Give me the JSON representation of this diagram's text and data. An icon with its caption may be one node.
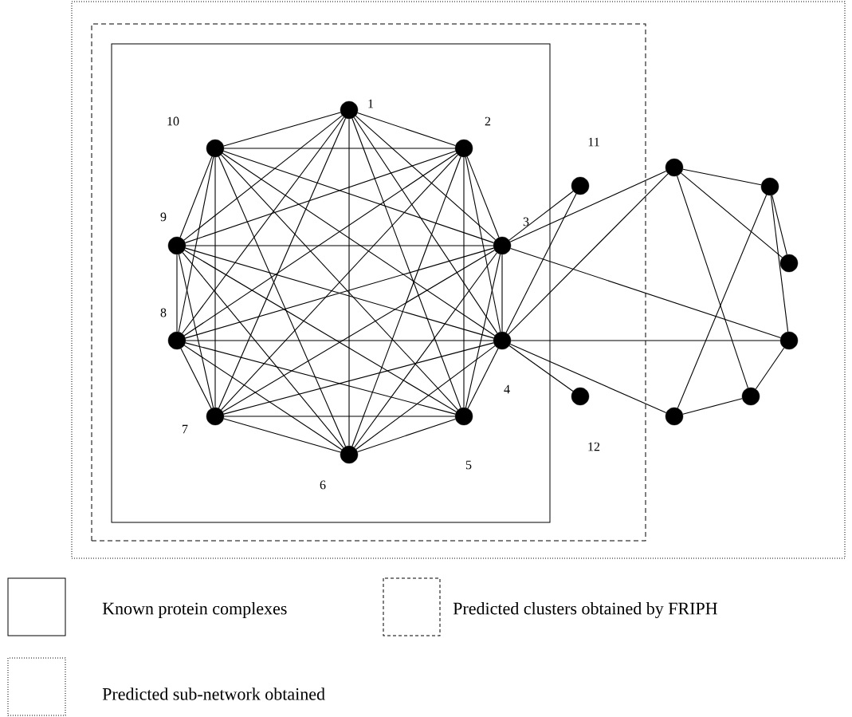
{
  "diagram": {
    "nodes": [
      {
        "text": [],
        "shape": "box"
      },
      {
        "text": [],
        "shape": "box",
        "in": 0
      },
      {
        "text": [],
        "shape": "box",
        "in": 1
      },
      {
        "text": [],
        "shape": "circle",
        "in": 2,
        "beside": [
          "1"
        ]
      },
      {
        "text": [],
        "shape": "circle",
        "in": 2,
        "beside": [
          "2"
        ]
      },
      {
        "text": [],
        "shape": "circle",
        "in": 2,
        "beside": [
          "3"
        ]
      },
      {
        "text": [],
        "shape": "circle",
        "in": 2,
        "beside": [
          "4"
        ]
      },
      {
        "text": [],
        "shape": "circle",
        "in": 2,
        "beside": [
          "5"
        ]
      },
      {
        "text": [],
        "shape": "circle",
        "in": 2,
        "beside": [
          "6"
        ]
      },
      {
        "text": [],
        "shape": "circle",
        "in": 2,
        "beside": [
          "7"
        ]
      },
      {
        "text": [],
        "shape": "circle",
        "in": 2,
        "beside": [
          "8"
        ]
      },
      {
        "text": [],
        "shape": "circle",
        "in": 2,
        "beside": [
          "9"
        ]
      },
      {
        "text": [],
        "shape": "circle",
        "in": 2,
        "beside": [
          "10"
        ]
      },
      {
        "text": [],
        "shape": "circle",
        "in": 1,
        "beside": [
          "11"
        ]
      },
      {
        "text": [],
        "shape": "circle",
        "in": 1,
        "beside": [
          "12"
        ]
      },
      {
        "text": [],
        "shape": "circle",
        "in": 0
      },
      {
        "text": [],
        "shape": "circle",
        "in": 0
      },
      {
        "text": [],
        "shape": "circle",
        "in": 0
      },
      {
        "text": [],
        "shape": "circle",
        "in": 0
      },
      {
        "text": [],
        "shape": "circle",
        "in": 0
      },
      {
        "text": [],
        "shape": "circle",
        "in": 0
      }
    ],
    "edges": [
      {
        "from": 3,
        "to": 4,
        "arrow": "none"
      },
      {
        "from": 3,
        "to": 5,
        "arrow": "none"
      },
      {
        "from": 3,
        "to": 6,
        "arrow": "none"
      },
      {
        "from": 3,
        "to": 7,
        "arrow": "none"
      },
      {
        "from": 3,
        "to": 8,
        "arrow": "none"
      },
      {
        "from": 3,
        "to": 9,
        "arrow": "none"
      },
      {
        "from": 3,
        "to": 10,
        "arrow": "none"
      },
      {
        "from": 3,
        "to": 11,
        "arrow": "none"
      },
      {
        "from": 3,
        "to": 12,
        "arrow": "none"
      },
      {
        "from": 4,
        "to": 5,
        "arrow": "none"
      },
      {
        "from": 4,
        "to": 6,
        "arrow": "none"
      },
      {
        "from": 4,
        "to": 7,
        "arrow": "none"
      },
      {
        "from": 4,
        "to": 8,
        "arrow": "none"
      },
      {
        "from": 4,
        "to": 9,
        "arrow": "none"
      },
      {
        "from": 4,
        "to": 10,
        "arrow": "none"
      },
      {
        "from": 4,
        "to": 11,
        "arrow": "none"
      },
      {
        "from": 4,
        "to": 12,
        "arrow": "none"
      },
      {
        "from": 5,
        "to": 6,
        "arrow": "none"
      },
      {
        "from": 5,
        "to": 7,
        "arrow": "none"
      },
      {
        "from": 5,
        "to": 8,
        "arrow": "none"
      },
      {
        "from": 5,
        "to": 9,
        "arrow": "none"
      },
      {
        "from": 5,
        "to": 10,
        "arrow": "none"
      },
      {
        "from": 5,
        "to": 11,
        "arrow": "none"
      },
      {
        "from": 5,
        "to": 12,
        "arrow": "none"
      },
      {
        "from": 6,
        "to": 7,
        "arrow": "none"
      },
      {
        "from": 6,
        "to": 8,
        "arrow": "none"
      },
      {
        "from": 6,
        "to": 9,
        "arrow": "none"
      },
      {
        "from": 6,
        "to": 10,
        "arrow": "none"
      },
      {
        "from": 6,
        "to": 11,
        "arrow": "none"
      },
      {
        "from": 6,
        "to": 12,
        "arrow": "none"
      },
      {
        "from": 7,
        "to": 8,
        "arrow": "none"
      },
      {
        "from": 7,
        "to": 9,
        "arrow": "none"
      },
      {
        "from": 7,
        "to": 10,
        "arrow": "none"
      },
      {
        "from": 7,
        "to": 11,
        "arrow": "none"
      },
      {
        "from": 7,
        "to": 12,
        "arrow": "none"
      },
      {
        "from": 8,
        "to": 9,
        "arrow": "none"
      },
      {
        "from": 8,
        "to": 10,
        "arrow": "none"
      },
      {
        "from": 8,
        "to": 11,
        "arrow": "none"
      },
      {
        "from": 8,
        "to": 12,
        "arrow": "none"
      },
      {
        "from": 9,
        "to": 10,
        "arrow": "none"
      },
      {
        "from": 9,
        "to": 11,
        "arrow": "none"
      },
      {
        "from": 9,
        "to": 12,
        "arrow": "none"
      },
      {
        "from": 10,
        "to": 11,
        "arrow": "none"
      },
      {
        "from": 10,
        "to": 12,
        "arrow": "none"
      },
      {
        "from": 11,
        "to": 12,
        "arrow": "none"
      },
      {
        "from": 5,
        "to": 13,
        "arrow": "none"
      },
      {
        "from": 6,
        "to": 13,
        "arrow": "none"
      },
      {
        "from": 5,
        "to": 15,
        "arrow": "none"
      },
      {
        "from": 6,
        "to": 15,
        "arrow": "none"
      },
      {
        "from": 5,
        "to": 18,
        "arrow": "none"
      },
      {
        "from": 6,
        "to": 18,
        "arrow": "none"
      },
      {
        "from": 6,
        "to": 14,
        "arrow": "none"
      },
      {
        "from": 6,
        "to": 20,
        "arrow": "none"
      },
      {
        "from": 15,
        "to": 16,
        "arrow": "none"
      },
      {
        "from": 15,
        "to": 17,
        "arrow": "none"
      },
      {
        "from": 15,
        "to": 19,
        "arrow": "none"
      },
      {
        "from": 16,
        "to": 17,
        "arrow": "none"
      },
      {
        "from": 16,
        "to": 18,
        "arrow": "none"
      },
      {
        "from": 16,
        "to": 20,
        "arrow": "none"
      },
      {
        "from": 18,
        "to": 19,
        "arrow": "none"
      },
      {
        "from": 19,
        "to": 20,
        "arrow": "none"
      }
    ],
    "legend": [
      {
        "text": "Known protein complexes"
      },
      {
        "text": "Predicted clusters obtained by FRIPH"
      },
      {
        "text": "Predicted sub-network obtained"
      }
    ]
  }
}
